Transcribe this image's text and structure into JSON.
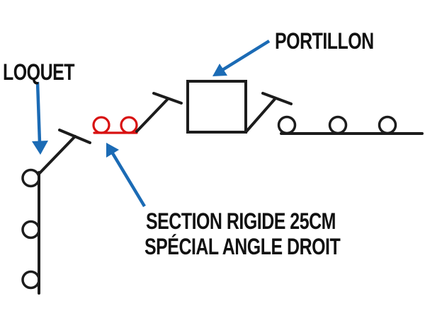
{
  "labels": {
    "loquet": "LOQUET",
    "portillon": "PORTILLON",
    "section_line1": "SECTION RIGIDE 25CM",
    "section_line2": "SPÉCIAL ANGLE DROIT"
  },
  "colors": {
    "line_black": "#1c1c1c",
    "rigid_section_red": "#d81111",
    "arrow_blue": "#1b6bb5",
    "background": "#ffffff"
  }
}
